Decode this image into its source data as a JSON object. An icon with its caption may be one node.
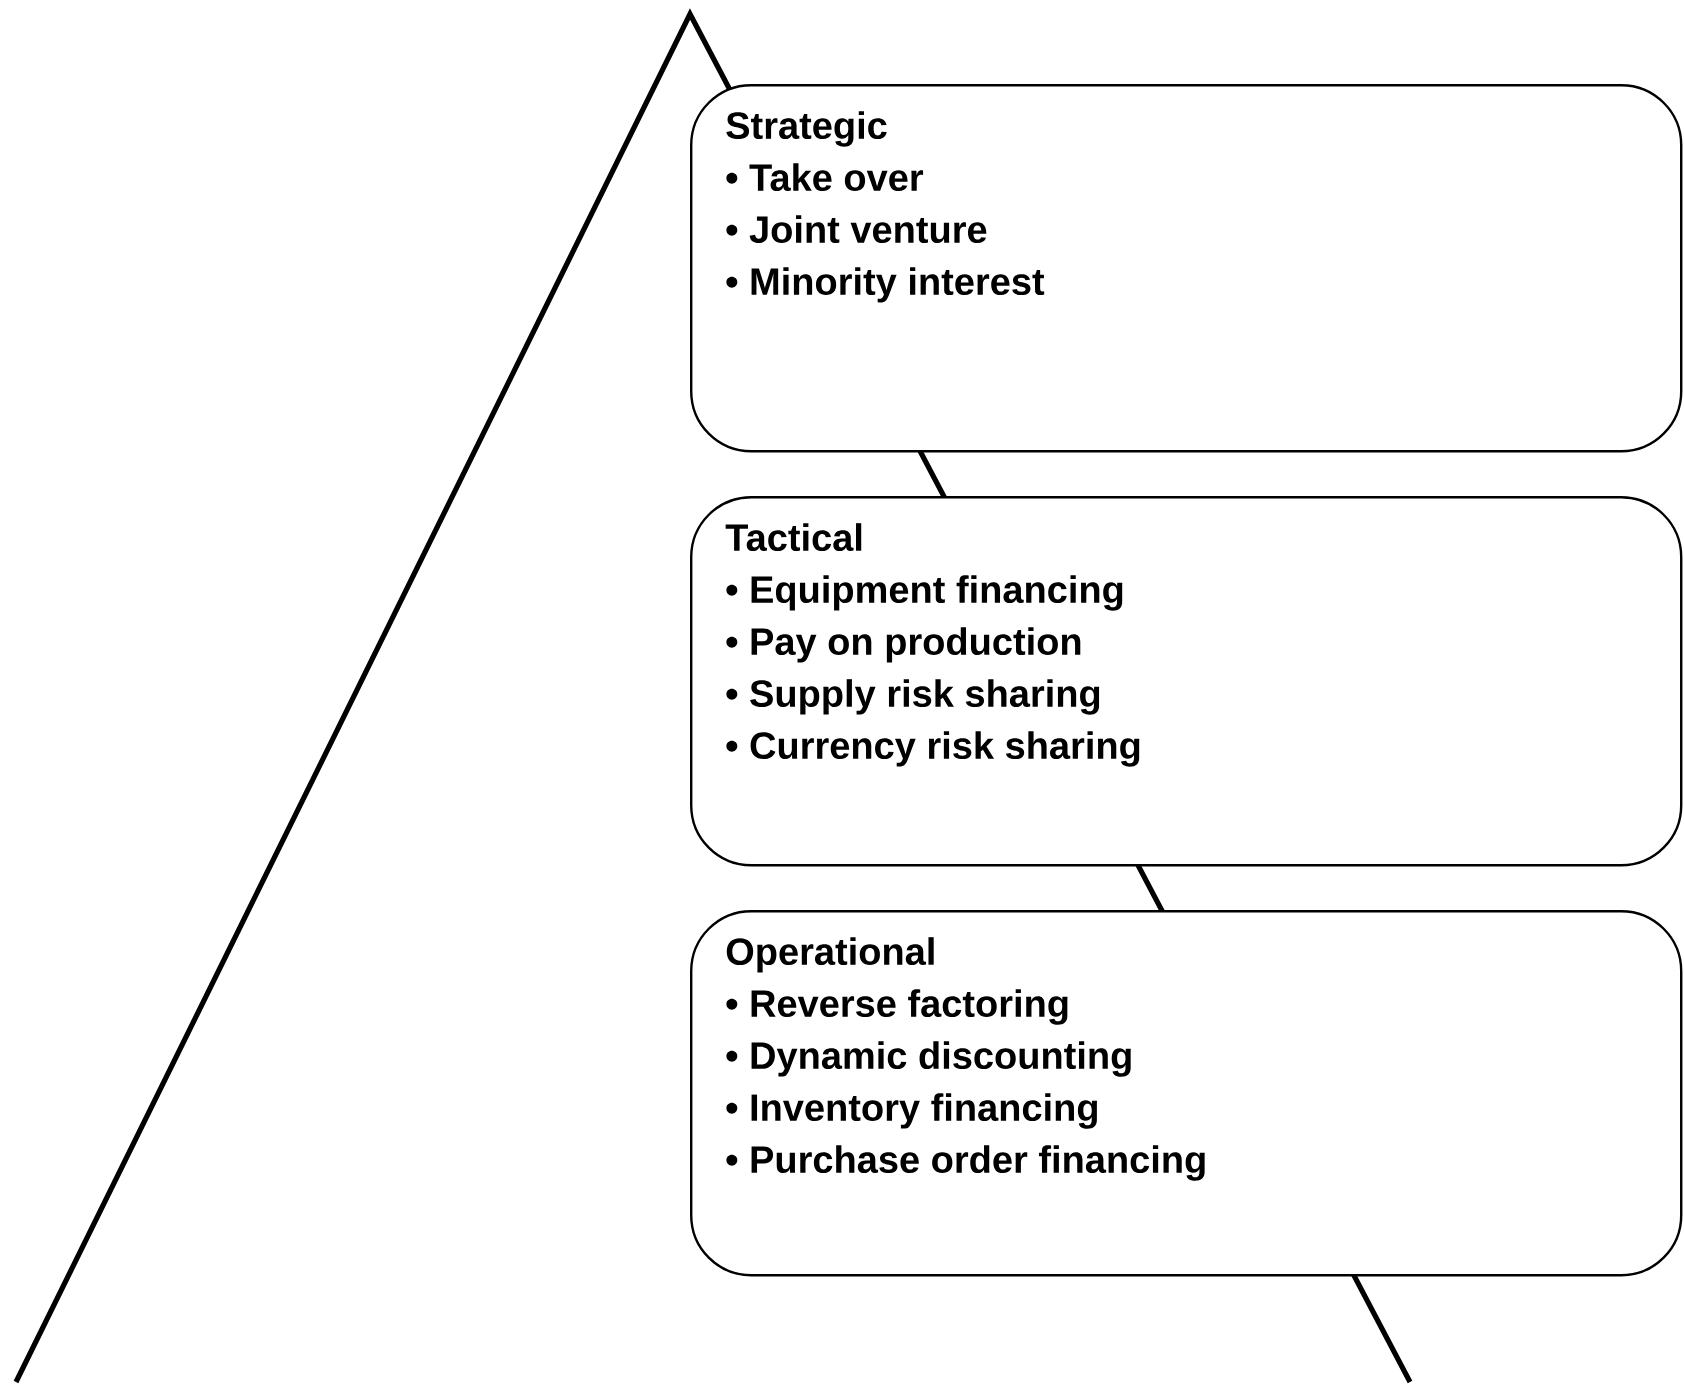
{
  "diagram": {
    "nodes": [
      {
        "text": [
          "Strategic",
          "• Take over",
          "• Joint venture",
          "• Minority interest"
        ]
      },
      {
        "text": [
          "Tactical",
          "• Equipment financing",
          "• Pay on production",
          "• Supply risk sharing",
          "• Currency risk sharing"
        ]
      },
      {
        "text": [
          "Operational",
          "• Reverse factoring",
          "• Dynamic discounting",
          "• Inventory financing",
          "• Purchase order financing"
        ]
      }
    ]
  }
}
